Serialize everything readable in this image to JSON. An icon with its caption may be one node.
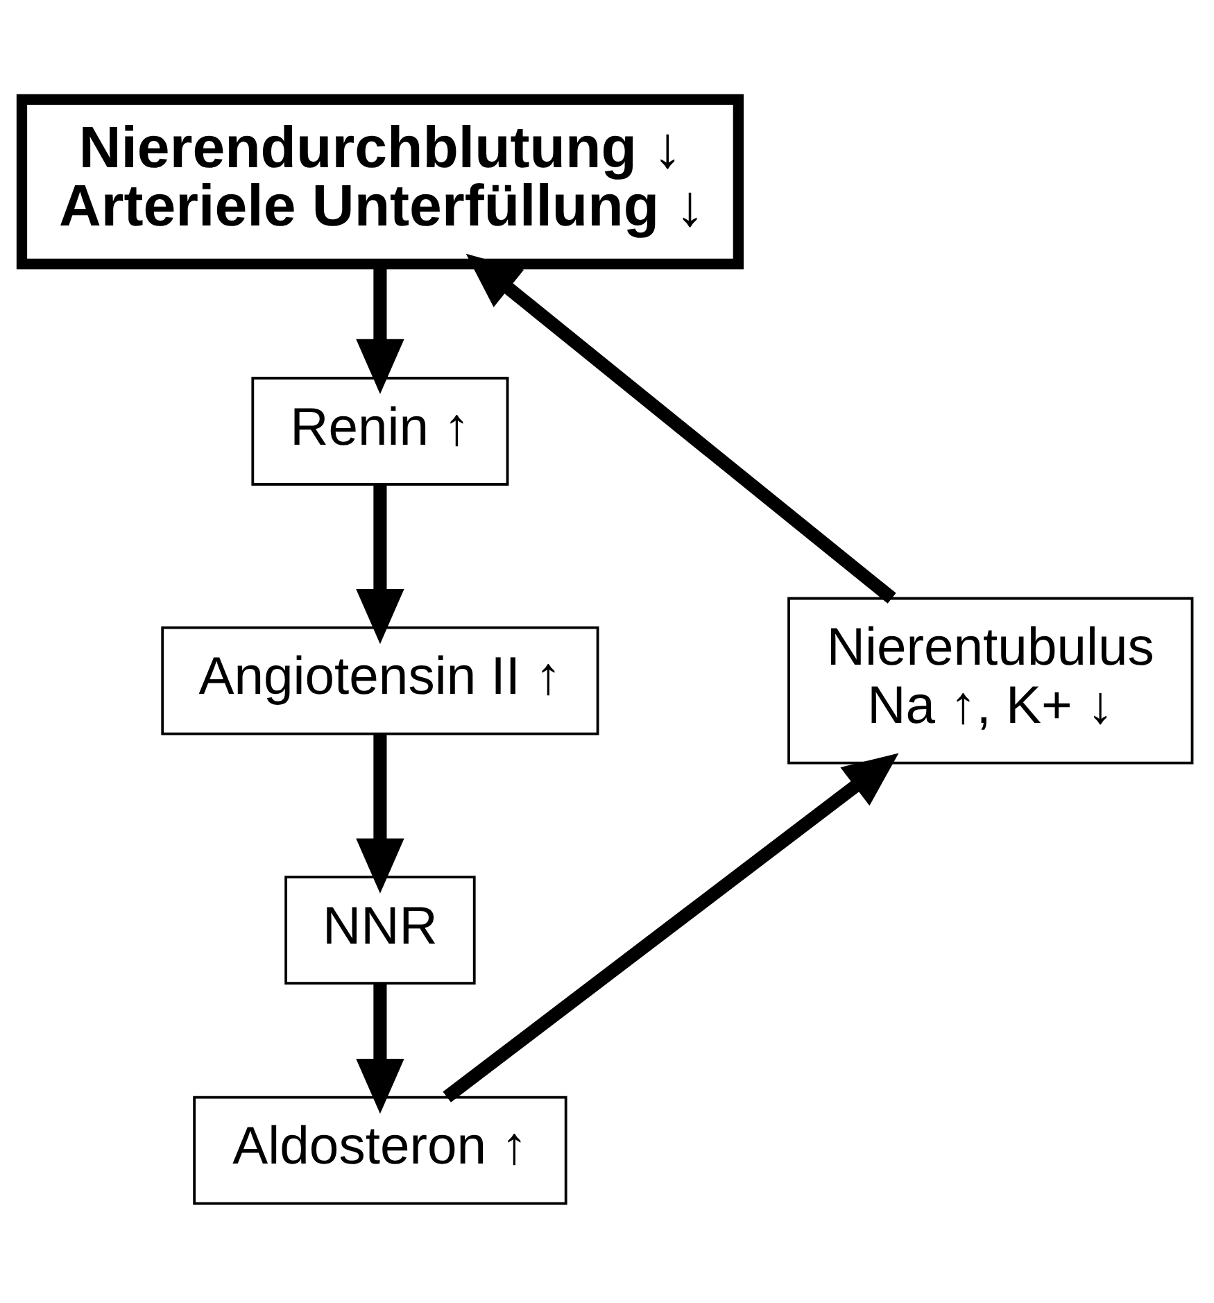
{
  "diagram": {
    "nodes": [
      {
        "text": [
          "Nierendurchblutung ↓",
          "Arteriele Unterfüllung ↓"
        ]
      },
      {
        "text": [
          "Renin ↑"
        ]
      },
      {
        "text": [
          "Angiotensin II ↑"
        ]
      },
      {
        "text": [
          "NNR"
        ]
      },
      {
        "text": [
          "Aldosteron ↑"
        ]
      },
      {
        "text": [
          "Nierentubulus",
          "Na ↑, K+ ↓"
        ]
      }
    ],
    "edges": [
      {
        "from": 0,
        "to": 1,
        "arrow": "to"
      },
      {
        "from": 1,
        "to": 2,
        "arrow": "to"
      },
      {
        "from": 2,
        "to": 3,
        "arrow": "to"
      },
      {
        "from": 3,
        "to": 4,
        "arrow": "to"
      },
      {
        "from": 4,
        "to": 5,
        "arrow": "to"
      },
      {
        "from": 5,
        "to": 0,
        "arrow": "to"
      }
    ]
  }
}
